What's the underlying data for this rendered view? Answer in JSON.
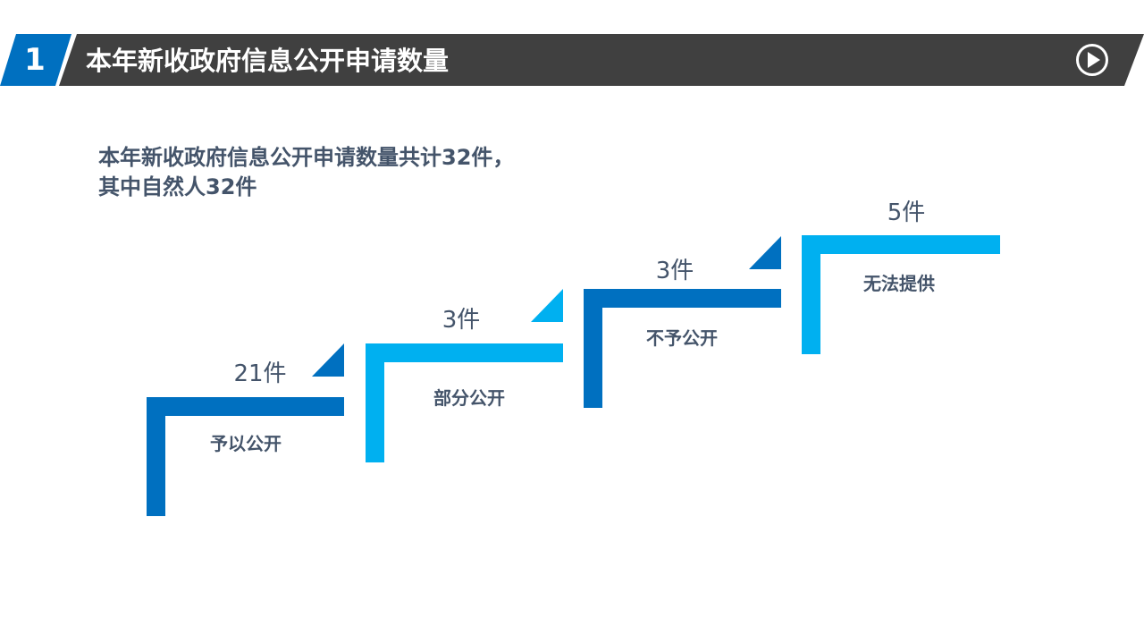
{
  "header": {
    "number": "1",
    "title": "本年新收政府信息公开申请数量",
    "play_icon": "play-circle-icon",
    "colors": {
      "bar": "#404040",
      "badge": "#0070c0"
    }
  },
  "summary": {
    "line1": "本年新收政府信息公开申请数量共计32件，",
    "line2": "其中自然人32件"
  },
  "steps": [
    {
      "count": "21件",
      "label": "予以公开",
      "color": "#0070c0"
    },
    {
      "count": "3件",
      "label": "部分公开",
      "color": "#00b0f0"
    },
    {
      "count": "3件",
      "label": "不予公开",
      "color": "#0070c0"
    },
    {
      "count": "5件",
      "label": "无法提供",
      "color": "#00b0f0"
    }
  ]
}
